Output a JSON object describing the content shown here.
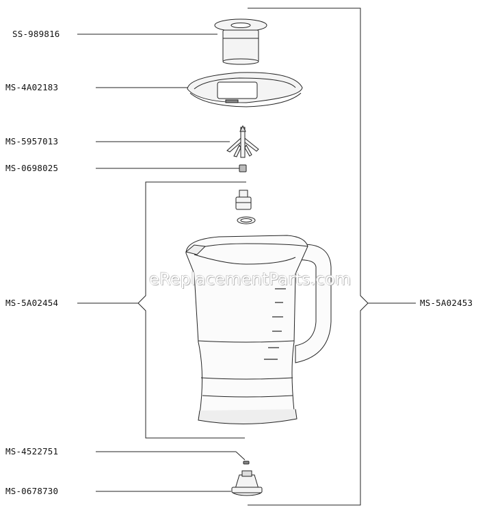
{
  "parts": [
    {
      "id": "p1",
      "number": "SS-989816"
    },
    {
      "id": "p2",
      "number": "MS-4A02183"
    },
    {
      "id": "p3",
      "number": "MS-5957013"
    },
    {
      "id": "p4",
      "number": "MS-0698025"
    },
    {
      "id": "p5",
      "number": "MS-5A02454"
    },
    {
      "id": "p6",
      "number": "MS-4522751"
    },
    {
      "id": "p7",
      "number": "MS-0678730"
    },
    {
      "id": "p8",
      "number": "MS-5A02453"
    }
  ],
  "watermark": "eReplacementParts.com",
  "colors": {
    "line": "#222222",
    "text": "#111111",
    "part_fill": "#f4f4f4"
  }
}
